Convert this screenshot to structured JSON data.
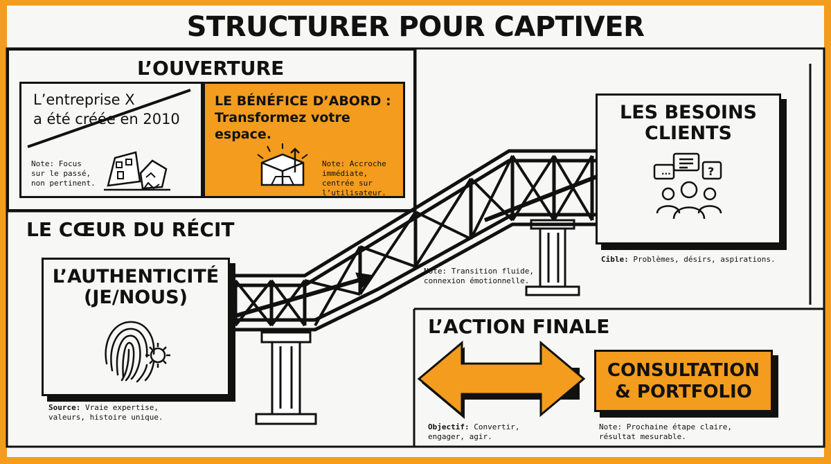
{
  "main_title": "STRUCTURER POUR CAPTIVER",
  "ouverture": {
    "heading": "L’OUVERTURE",
    "old": {
      "line1": "L’entreprise X",
      "line2": "a été créée en 2010",
      "note": "Note: Focus\nsur le passé,\nnon pertinent."
    },
    "new": {
      "title": "LE BÉNÉFICE D’ABORD :",
      "line1": "Transformez votre",
      "line2": "espace.",
      "note": "Note: Accroche\nimmédiate,\ncentrée sur\nl’utilisateur."
    }
  },
  "coeur": {
    "heading": "LE CŒUR DU RÉCIT",
    "authenticite": {
      "line1": "L’AUTHENTICITÉ",
      "line2": "(JE/NOUS)"
    },
    "source_label": "Source:",
    "source_text": " Vraie expertise,\nvaleurs, histoire unique."
  },
  "bridge_note": "Note: Transition fluide,\nconnexion émotionnelle.",
  "besoins": {
    "line1": "LES BESOINS",
    "line2": "CLIENTS",
    "cible_label": "Cible:",
    "cible_text": " Problèmes, désirs, aspirations."
  },
  "action": {
    "heading": "L’ACTION FINALE",
    "cta_line1": "CONSULTATION",
    "cta_line2": "& PORTFOLIO",
    "objectif_label": "Objectif:",
    "objectif_text": " Convertir,\nengager, agir.",
    "note": "Note: Prochaine étape claire,\nrésultat mesurable."
  },
  "icons": {
    "question_mark": "?",
    "ellipsis": "..."
  },
  "colors": {
    "accent": "#f39c1e",
    "ink": "#111111",
    "paper": "#f7f7f5"
  }
}
